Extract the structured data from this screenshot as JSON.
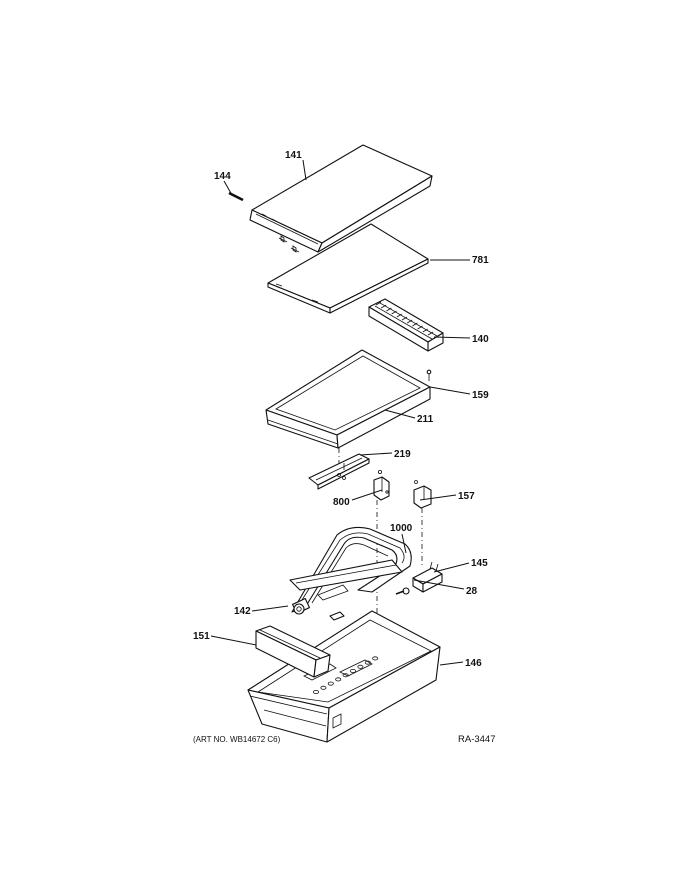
{
  "callouts": {
    "c141": "141",
    "c144": "144",
    "c781": "781",
    "c140": "140",
    "c159": "159",
    "c211": "211",
    "c219": "219",
    "c800": "800",
    "c157": "157",
    "c1000": "1000",
    "c145": "145",
    "c28": "28",
    "c142": "142",
    "c151": "151",
    "c146": "146"
  },
  "footer": {
    "art_no": "(ART NO. WB14672 C6)",
    "ref": "RA-3447"
  }
}
